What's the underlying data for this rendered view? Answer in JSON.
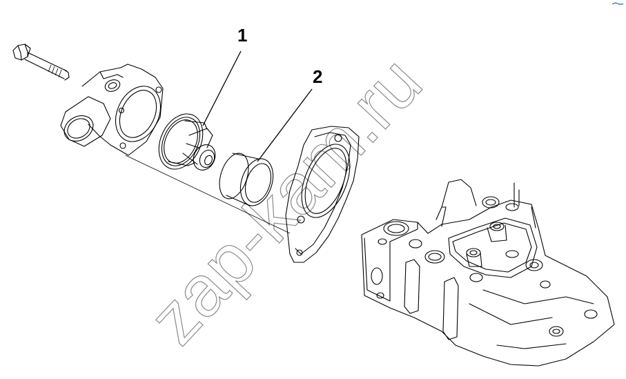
{
  "callouts": {
    "part_1": "1",
    "part_2": "2"
  },
  "watermark": "zap-kam.ru",
  "colors": {
    "line": "#000000",
    "background": "#ffffff",
    "watermark": "#8a8a8a",
    "corner_mark": "#1f5fbf"
  }
}
